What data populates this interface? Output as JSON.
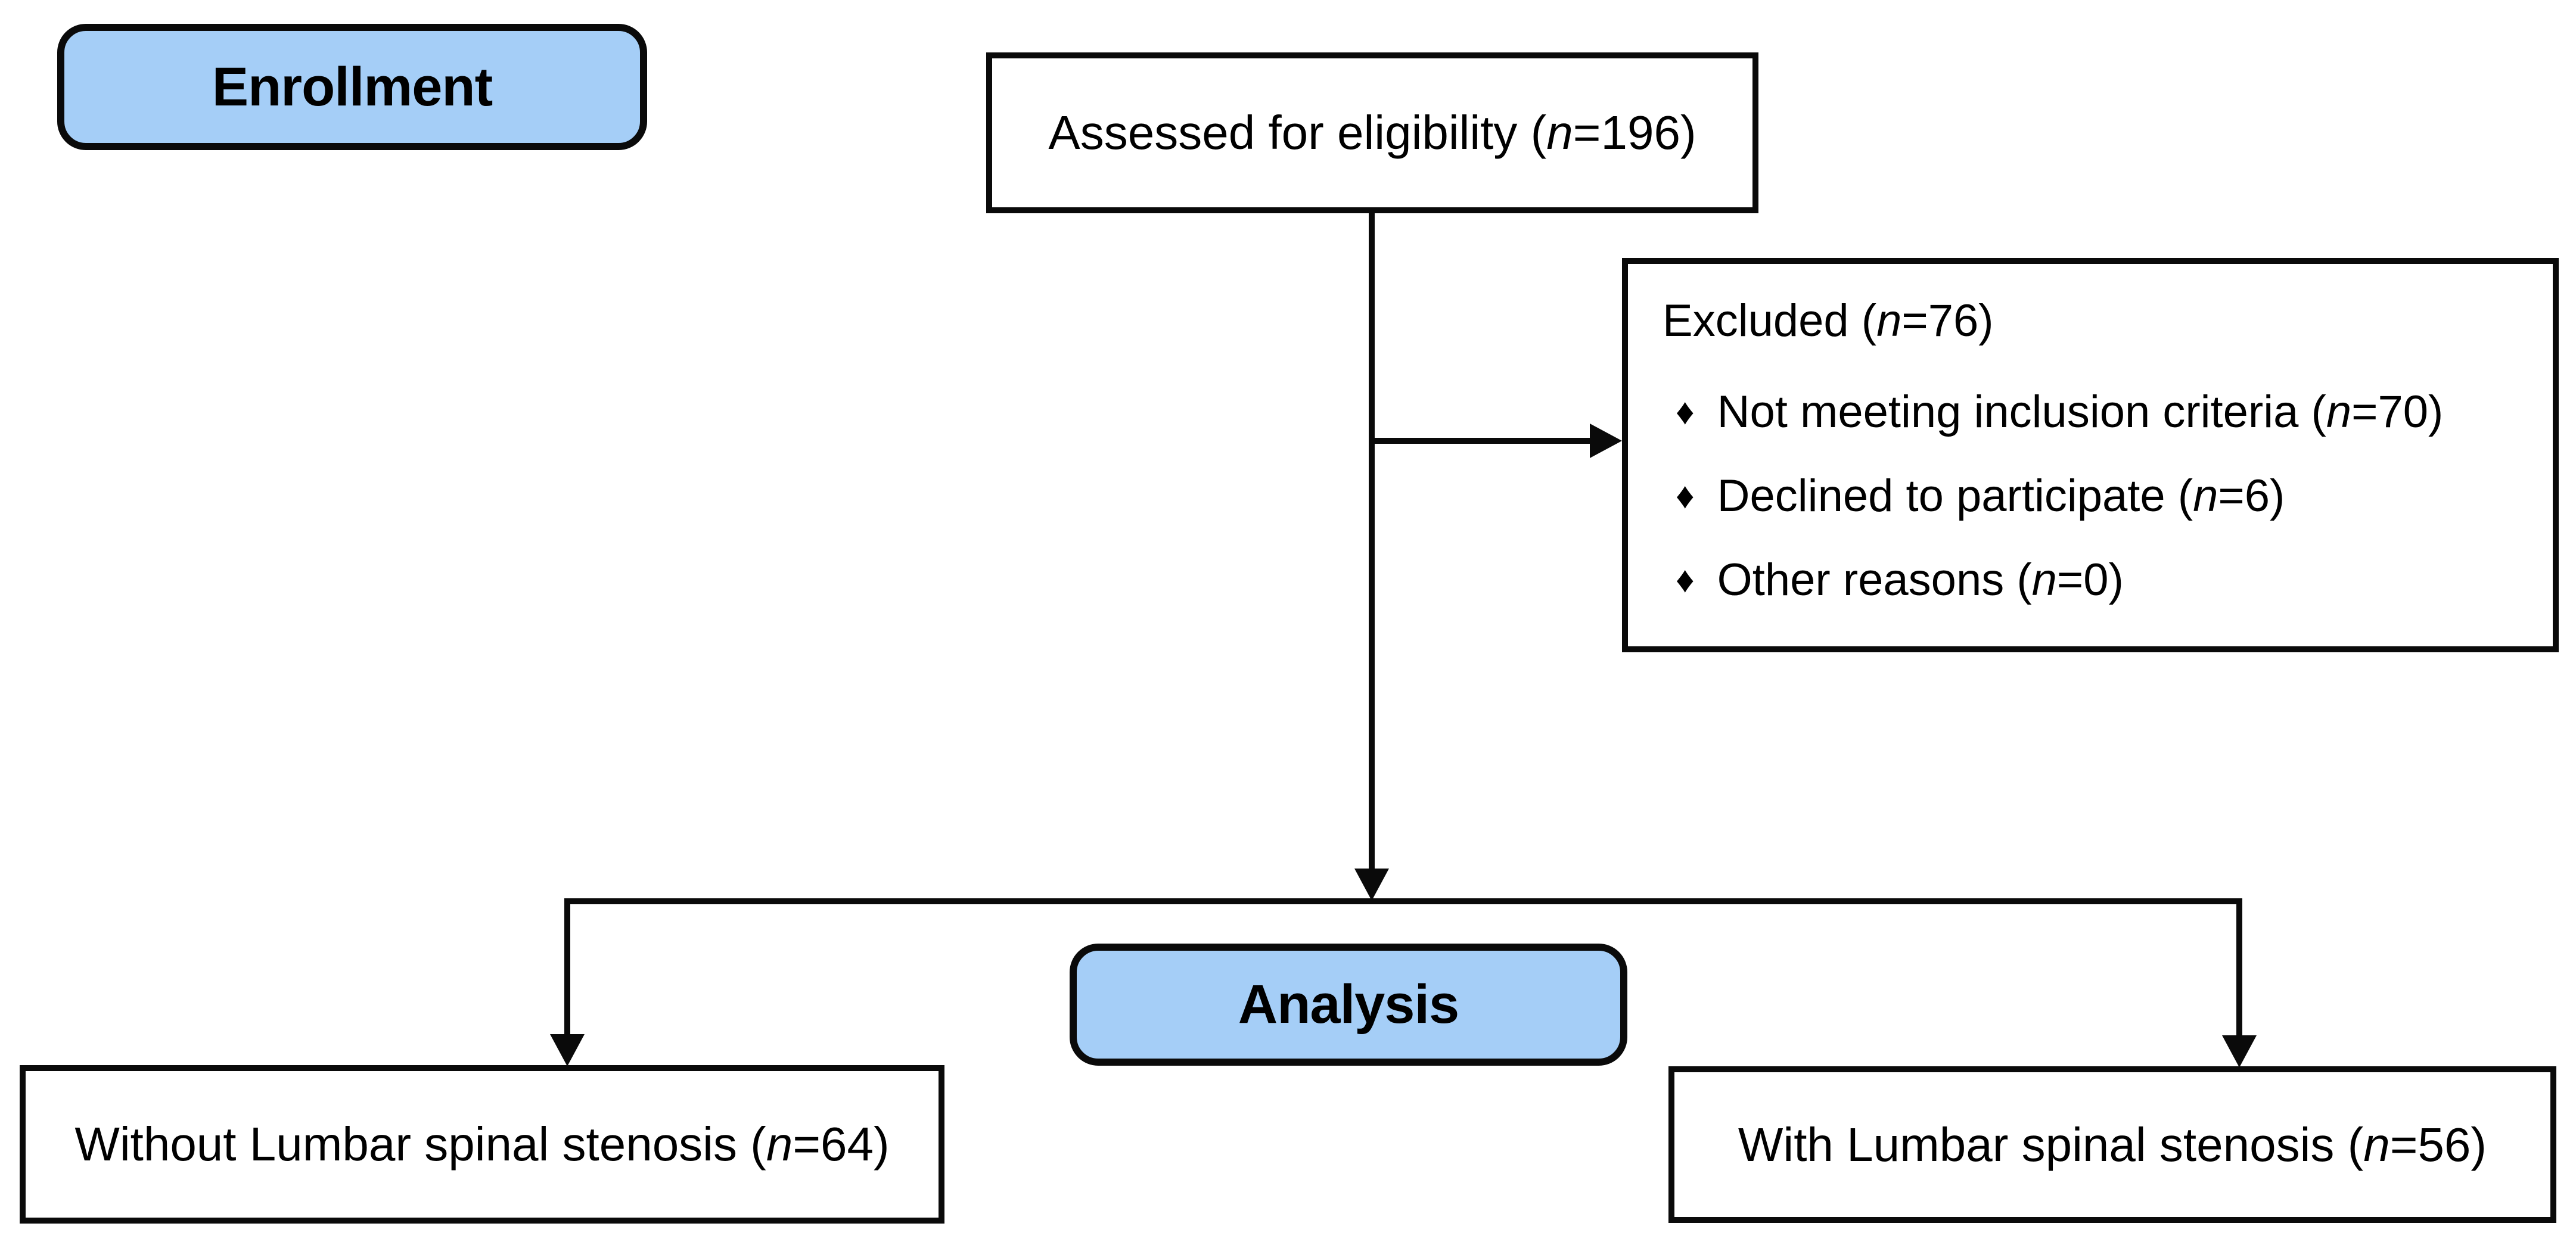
{
  "diagram": {
    "stages": {
      "enrollment_label": "Enrollment",
      "analysis_label": "Analysis"
    },
    "assessed": {
      "segments": [
        "Assessed for eligibility (",
        "n",
        "=196)"
      ]
    },
    "excluded": {
      "title_segments": [
        "Excluded (",
        "n",
        "=76)"
      ],
      "bullet_char": "♦",
      "items": [
        {
          "segments": [
            "Not meeting inclusion criteria (",
            "n",
            "=70)"
          ]
        },
        {
          "segments": [
            "Declined to participate (",
            "n",
            "=6)"
          ]
        },
        {
          "segments": [
            "Other reasons (",
            "n",
            "=0)"
          ]
        }
      ]
    },
    "without_group": {
      "segments": [
        "Without Lumbar spinal stenosis (",
        "n",
        "=64)"
      ]
    },
    "with_group": {
      "segments": [
        "With Lumbar spinal stenosis (",
        "n",
        "=56)"
      ]
    },
    "colors": {
      "stage_fill": "#A5CEF7",
      "box_fill": "#FFFFFF",
      "line": "#0A0A0A"
    }
  }
}
